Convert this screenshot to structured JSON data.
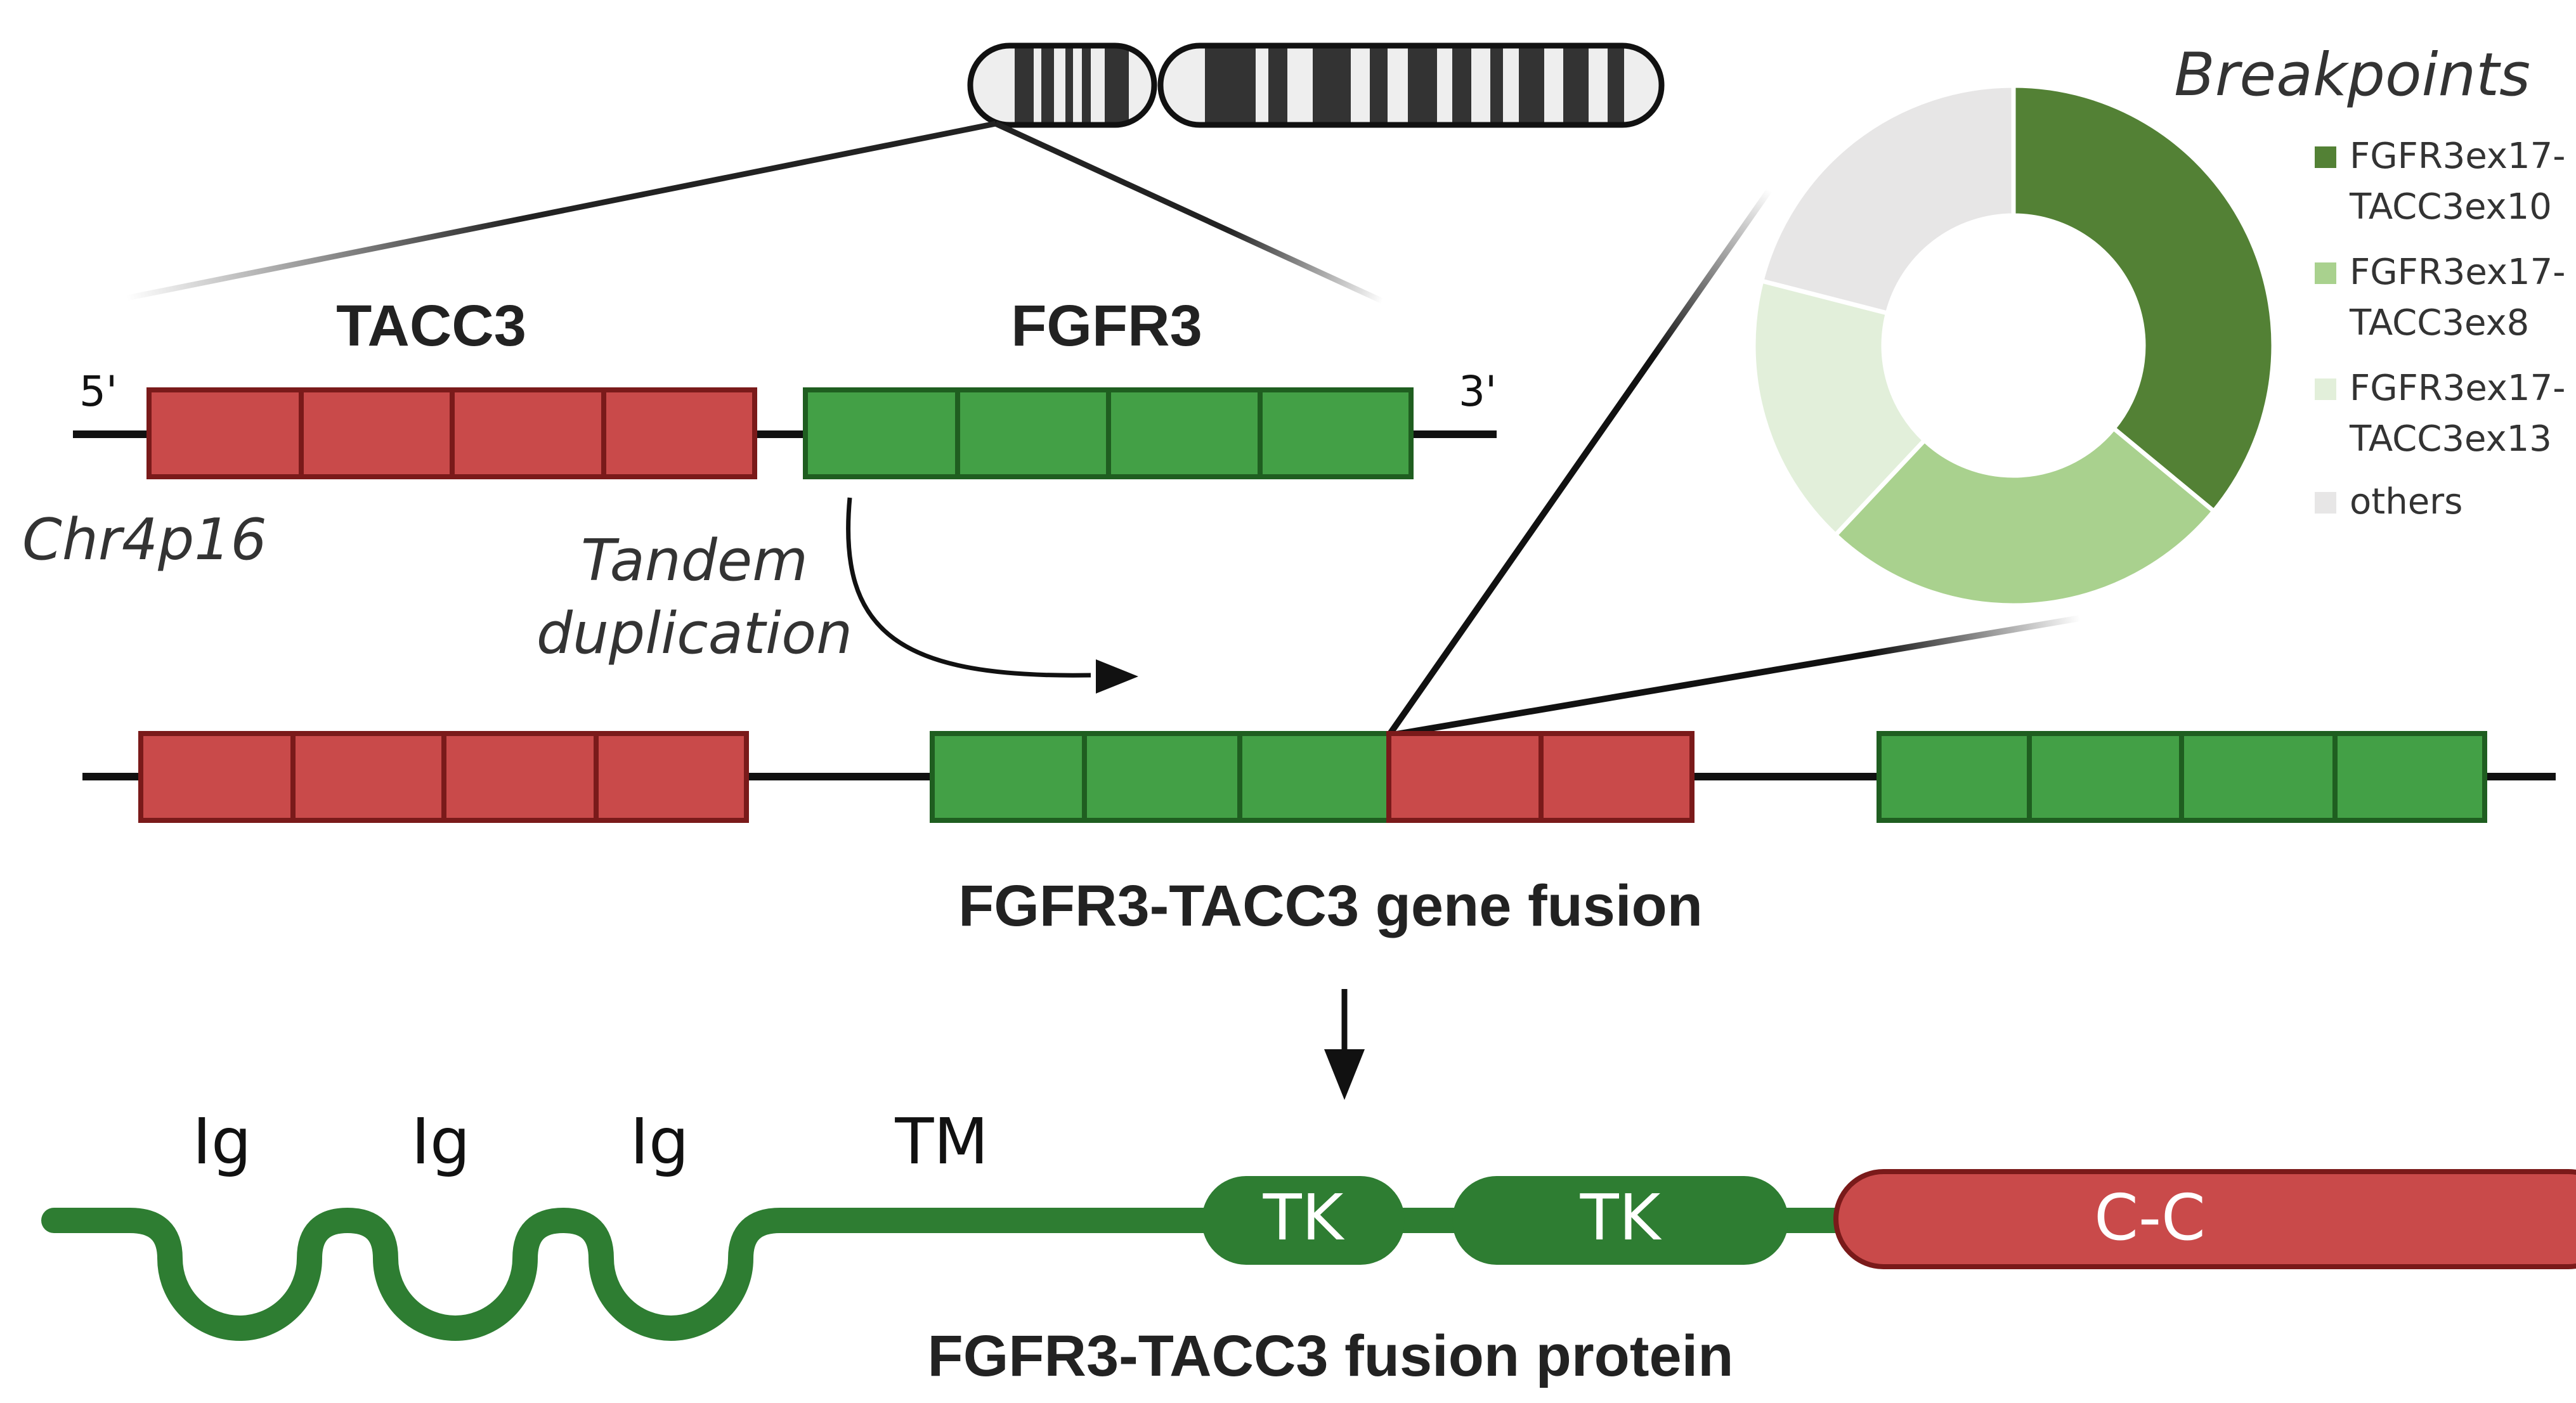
{
  "labels": {
    "tacc3": "TACC3",
    "fgfr3": "FGFR3",
    "five_prime": "5'",
    "three_prime": "3'",
    "chromosome_locus": "Chr4p16",
    "tandem_line1": "Tandem",
    "tandem_line2": "duplication",
    "gene_fusion": "FGFR3-TACC3 gene fusion",
    "fusion_protein": "FGFR3-TACC3 fusion protein",
    "breakpoints_title": "Breakpoints"
  },
  "protein": {
    "ig1": "Ig",
    "ig2": "Ig",
    "ig3": "Ig",
    "tm": "TM",
    "tk1": "TK",
    "tk2": "TK",
    "cc": "C-C"
  },
  "colors": {
    "tacc3_red": "#c94a4a",
    "fgfr3_green": "#43a046",
    "protein_green": "#2e7d32",
    "donut_dark": "#538135",
    "donut_mid": "#a9d18e",
    "donut_light": "#e2efda",
    "donut_other": "#e7e6e6"
  },
  "chart_data": {
    "type": "pie",
    "title": "Breakpoints",
    "series": [
      {
        "name": "FGFR3ex17-TACC3ex10",
        "value": 36
      },
      {
        "name": "FGFR3ex17-TACC3ex8",
        "value": 26
      },
      {
        "name": "FGFR3ex17-TACC3ex13",
        "value": 17
      },
      {
        "name": "others",
        "value": 21
      }
    ],
    "legend_items": [
      {
        "line1": "FGFR3ex17-",
        "line2": "TACC3ex10",
        "color": "#538135"
      },
      {
        "line1": "FGFR3ex17-",
        "line2": "TACC3ex8",
        "color": "#a9d18e"
      },
      {
        "line1": "FGFR3ex17-",
        "line2": "TACC3ex13",
        "color": "#e2efda"
      },
      {
        "line1": "others",
        "line2": "",
        "color": "#e7e6e6"
      }
    ],
    "legend_position": "right",
    "hole": true
  }
}
